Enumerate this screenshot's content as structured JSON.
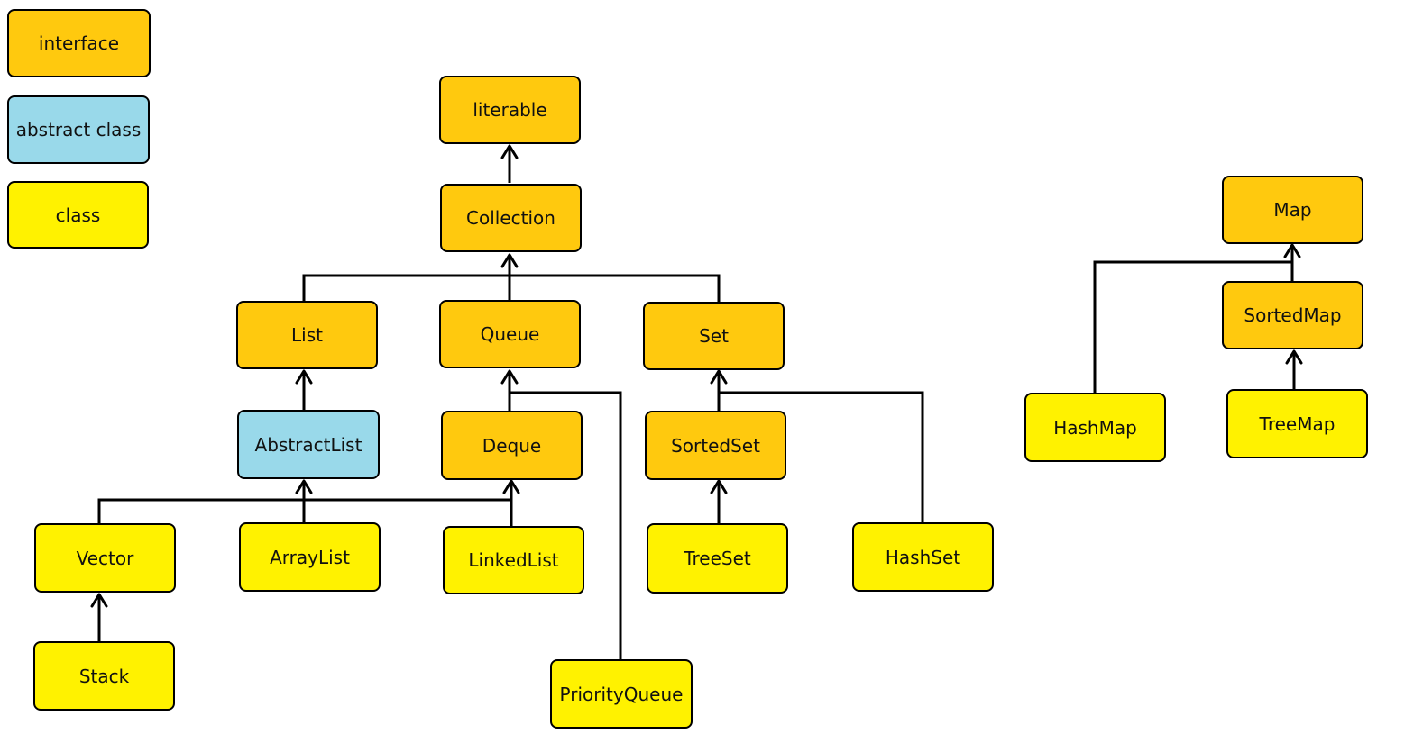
{
  "legend": {
    "interface": "interface",
    "abstract": "abstract class",
    "class": "class"
  },
  "colors": {
    "interface": "#FFC90E",
    "abstract_class": "#99D9EA",
    "class": "#FFF200",
    "line": "#000000"
  },
  "nodes": {
    "literable": "literable",
    "collection": "Collection",
    "list": "List",
    "queue": "Queue",
    "set": "Set",
    "abstractlist": "AbstractList",
    "deque": "Deque",
    "sortedset": "SortedSet",
    "vector": "Vector",
    "arraylist": "ArrayList",
    "linkedlist": "LinkedList",
    "treeset": "TreeSet",
    "hashset": "HashSet",
    "stack": "Stack",
    "priorityqueue": "PriorityQueue",
    "map": "Map",
    "sortedmap": "SortedMap",
    "hashmap": "HashMap",
    "treemap": "TreeMap"
  },
  "edges": [
    {
      "from": "Collection",
      "to": "literable"
    },
    {
      "from": "List",
      "to": "Collection"
    },
    {
      "from": "Queue",
      "to": "Collection"
    },
    {
      "from": "Set",
      "to": "Collection"
    },
    {
      "from": "AbstractList",
      "to": "List"
    },
    {
      "from": "Deque",
      "to": "Queue"
    },
    {
      "from": "PriorityQueue",
      "to": "Queue"
    },
    {
      "from": "SortedSet",
      "to": "Set"
    },
    {
      "from": "HashSet",
      "to": "Set"
    },
    {
      "from": "Vector",
      "to": "AbstractList"
    },
    {
      "from": "ArrayList",
      "to": "AbstractList"
    },
    {
      "from": "LinkedList",
      "to": "AbstractList"
    },
    {
      "from": "LinkedList",
      "to": "Deque"
    },
    {
      "from": "Stack",
      "to": "Vector"
    },
    {
      "from": "TreeSet",
      "to": "SortedSet"
    },
    {
      "from": "SortedMap",
      "to": "Map"
    },
    {
      "from": "HashMap",
      "to": "Map"
    },
    {
      "from": "TreeMap",
      "to": "SortedMap"
    }
  ]
}
